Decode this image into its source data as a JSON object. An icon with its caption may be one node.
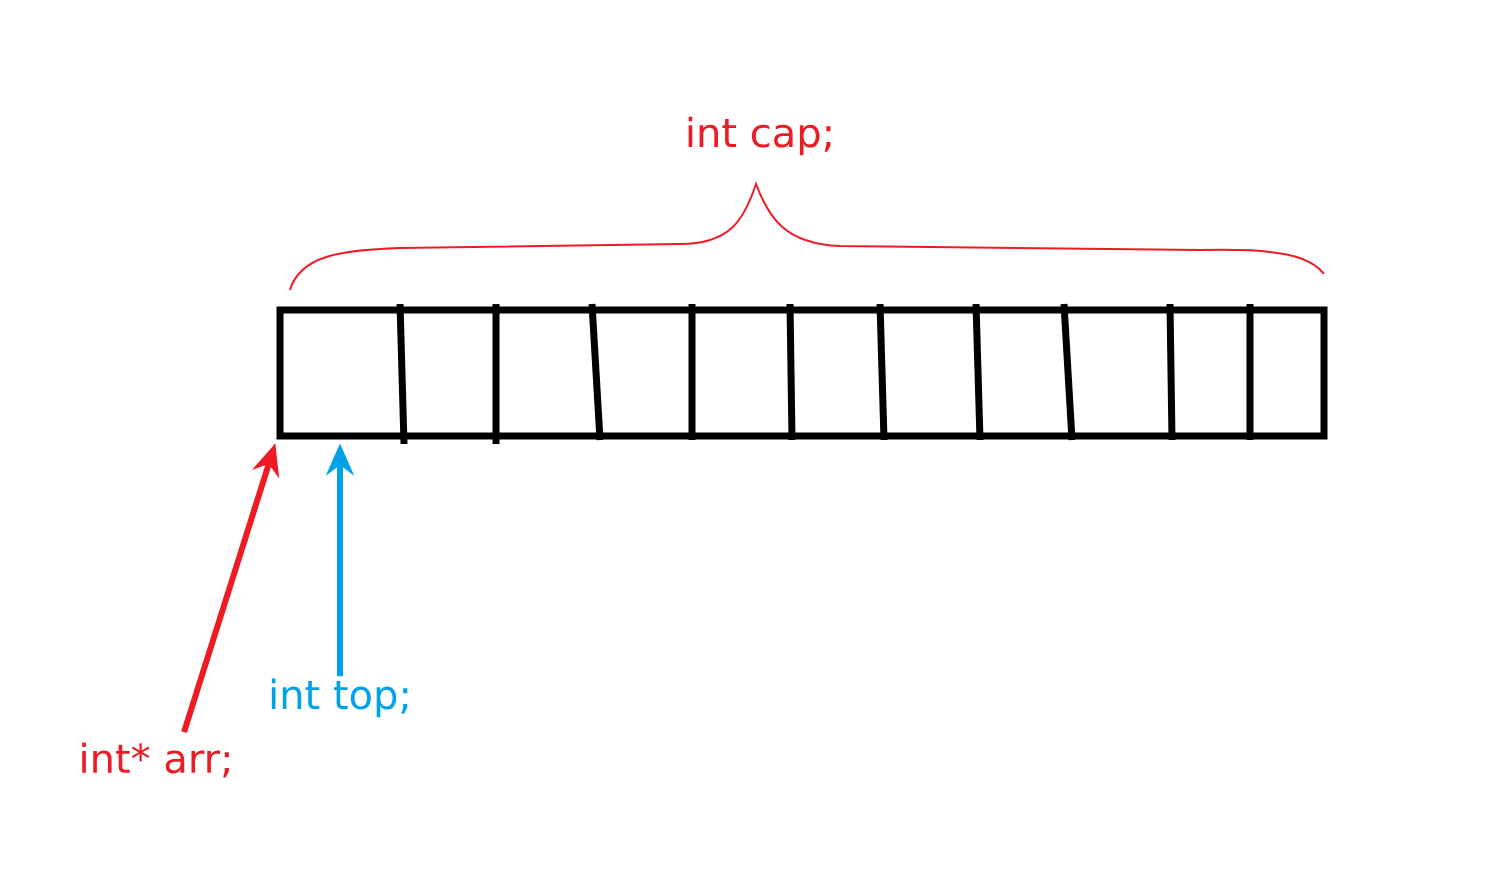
{
  "diagram": {
    "nodes": [
      {
        "text": [],
        "shape": "box"
      },
      {
        "text": [
          "int* arr;"
        ]
      },
      {
        "text": [
          "int top;"
        ]
      }
    ],
    "edges": [
      {
        "from": 1,
        "to": 0,
        "arrow": "to",
        "color": "#ed1c24"
      },
      {
        "from": 2,
        "to": 0,
        "arrow": "to",
        "color": "#00a2e8"
      }
    ],
    "labels": [
      "int cap;"
    ]
  }
}
